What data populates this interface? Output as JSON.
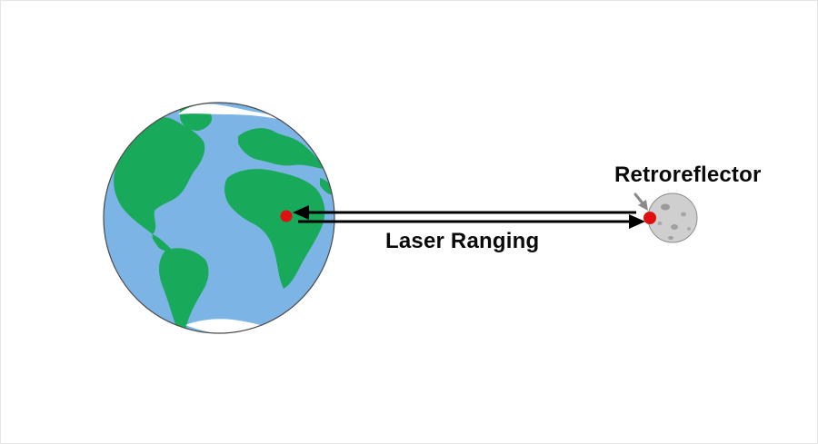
{
  "labels": {
    "retroreflector": "Retroreflector",
    "laser_ranging": "Laser Ranging"
  },
  "colors": {
    "ocean": "#7db4e6",
    "land": "#19a95a",
    "globe_outline": "#4a4a4a",
    "moon": "#cfcfcf",
    "moon_crater": "#9a9a9a",
    "marker": "#e01010",
    "arrow": "#000000",
    "pointer_arrow": "#8a8a8a"
  },
  "icons": {
    "earth": "earth-globe-icon",
    "moon": "moon-icon",
    "station_marker": "red-dot-marker",
    "retroreflector_marker": "red-dot-marker"
  }
}
